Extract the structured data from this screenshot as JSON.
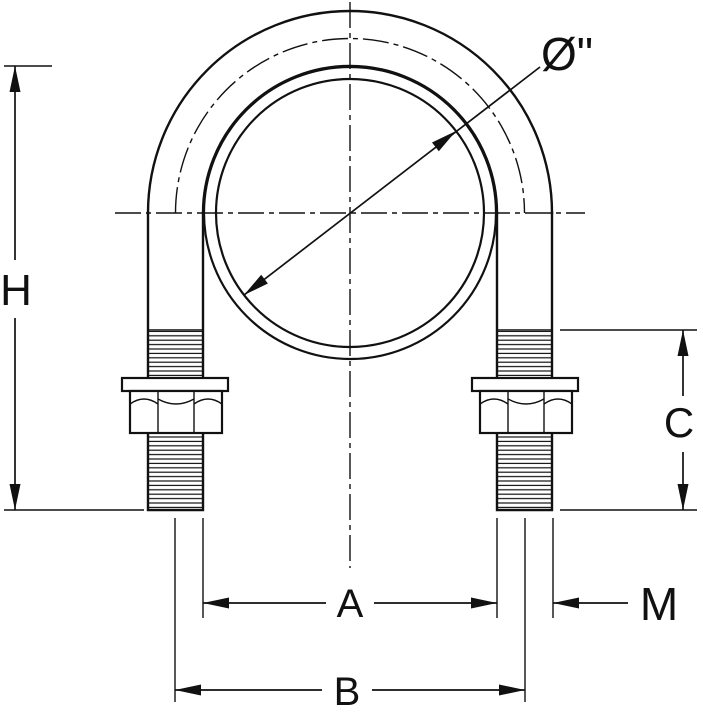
{
  "diagram": {
    "labels": {
      "pipe_diameter": "Ø\"",
      "height": "H",
      "inside_width": "A",
      "bolt_centers": "B",
      "thread_length": "C",
      "thread_size": "M"
    }
  },
  "colors": {
    "line": "#111111",
    "background": "#ffffff"
  }
}
